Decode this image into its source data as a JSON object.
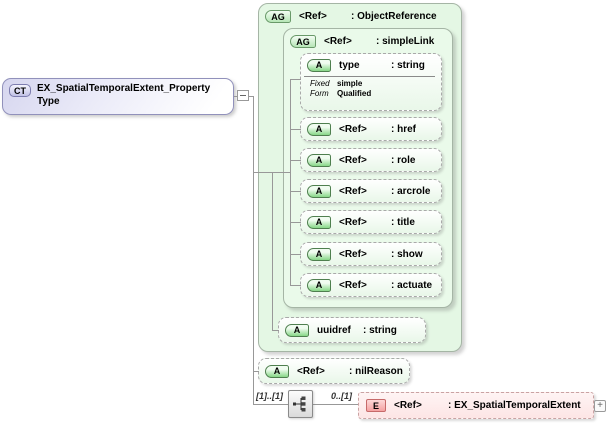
{
  "root_type": {
    "badge": "CT",
    "name_line1": "EX_SpatialTemporalExtent_Property",
    "name_line2": "Type"
  },
  "groups": {
    "object_reference": {
      "badge": "AG",
      "name": "<Ref>",
      "type": ": ObjectReference"
    },
    "simple_link": {
      "badge": "AG",
      "name": "<Ref>",
      "type": ": simpleLink"
    }
  },
  "attributes": [
    {
      "badge": "A",
      "name": "type",
      "type": ": string",
      "facets": [
        {
          "label": "Fixed",
          "value": "simple"
        },
        {
          "label": "Form",
          "value": "Qualified"
        }
      ]
    },
    {
      "badge": "A",
      "name": "<Ref>",
      "type": ": href"
    },
    {
      "badge": "A",
      "name": "<Ref>",
      "type": ": role"
    },
    {
      "badge": "A",
      "name": "<Ref>",
      "type": ": arcrole"
    },
    {
      "badge": "A",
      "name": "<Ref>",
      "type": ": title"
    },
    {
      "badge": "A",
      "name": "<Ref>",
      "type": ": show"
    },
    {
      "badge": "A",
      "name": "<Ref>",
      "type": ": actuate"
    }
  ],
  "uuidref_attribute": {
    "badge": "A",
    "name": "uuidref",
    "type": ": string"
  },
  "nil_reason_attribute": {
    "badge": "A",
    "name": "<Ref>",
    "type": ": nilReason"
  },
  "sequence": {
    "cardinality_outer": "[1]..[1]",
    "cardinality_element": "0..[1]"
  },
  "element": {
    "badge": "E",
    "name": "<Ref>",
    "type": ": EX_SpatialTemporalExtent"
  },
  "icons": {
    "expand_symbol": "+"
  },
  "colors": {
    "group_green": "#e4f7e4",
    "element_pink": "#fdecec",
    "type_lavender": "#d6d6ef",
    "connector_gray": "#989898"
  }
}
